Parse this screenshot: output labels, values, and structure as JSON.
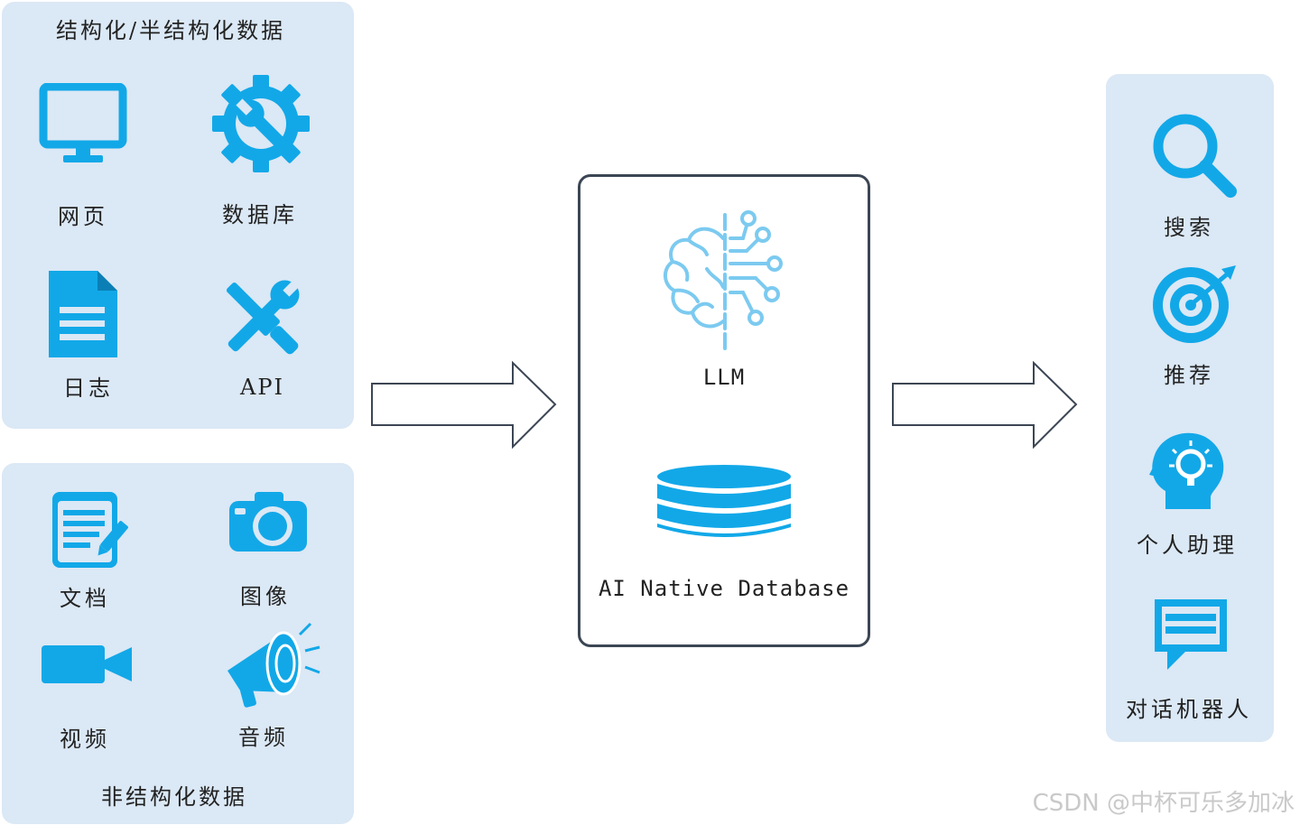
{
  "structured_panel": {
    "title": "结构化/半结构化数据",
    "items": [
      {
        "label": "网页",
        "icon": "monitor-icon"
      },
      {
        "label": "数据库",
        "icon": "gear-wrench-icon"
      },
      {
        "label": "日志",
        "icon": "document-icon"
      },
      {
        "label": "API",
        "icon": "tools-icon"
      }
    ]
  },
  "unstructured_panel": {
    "title": "非结构化数据",
    "items": [
      {
        "label": "文档",
        "icon": "edit-document-icon"
      },
      {
        "label": "图像",
        "icon": "camera-icon"
      },
      {
        "label": "视频",
        "icon": "video-camera-icon"
      },
      {
        "label": "音频",
        "icon": "megaphone-icon"
      }
    ]
  },
  "center": {
    "llm_label": "LLM",
    "db_label": "AI Native Database"
  },
  "output_panel": {
    "items": [
      {
        "label": "搜索",
        "icon": "search-icon"
      },
      {
        "label": "推荐",
        "icon": "target-icon"
      },
      {
        "label": "个人助理",
        "icon": "head-idea-icon"
      },
      {
        "label": "对话机器人",
        "icon": "chat-icon"
      }
    ]
  },
  "watermark": "CSDN @中杯可乐多加冰",
  "colors": {
    "accent": "#12a8e8",
    "panel": "#dbe8f5",
    "brain": "#7ccaf0",
    "border": "#3c4654"
  }
}
